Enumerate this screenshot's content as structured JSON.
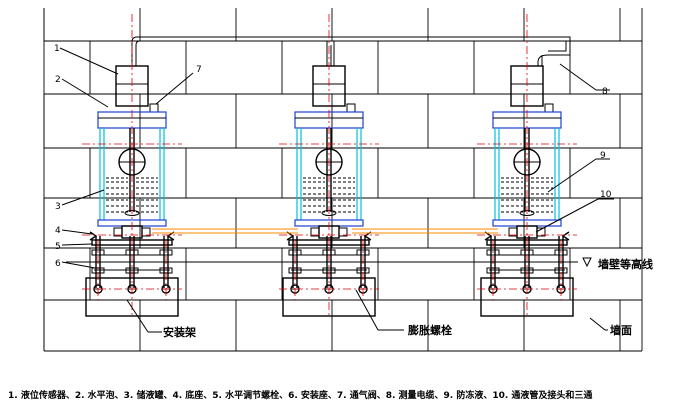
{
  "parts": [
    "1",
    "2",
    "7",
    "3",
    "4",
    "5",
    "6",
    "8",
    "9",
    "10"
  ],
  "labels": {
    "wall_level_line": "墙壁等高线",
    "mounting_frame": "安装架",
    "expansion_bolt": "膨胀螺栓",
    "wall_surface": "墙面"
  },
  "legend": "1. 液位传感器、2. 水平泡、3. 储液罐、4. 底座、5. 水平调节螺栓、6. 安装座、7. 通气阀、8. 测量电缆、9. 防冻液、10. 通液管及接头和三通",
  "colors": {
    "tank_wall": "#00c0e0",
    "tank_frame": "#2040d0",
    "center_line": "#e00000",
    "pipe": "#ff8a00"
  }
}
